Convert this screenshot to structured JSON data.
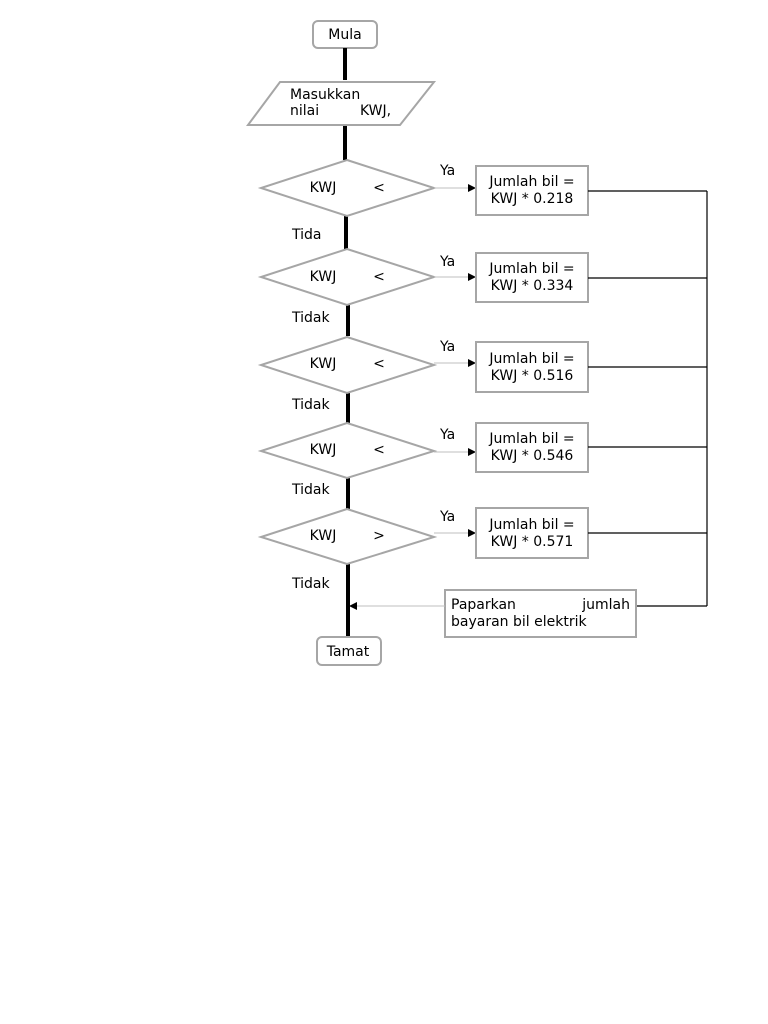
{
  "colors": {
    "shape_stroke": "#a6a6a6",
    "line": "#000000",
    "background": "#ffffff"
  },
  "start": {
    "label": "Mula"
  },
  "input": {
    "line1": "Masukkan",
    "line2a": "nilai",
    "line2b": "KWJ,"
  },
  "decisions": [
    {
      "left": "KWJ",
      "op": "<",
      "yes": "Ya",
      "no": "Tida"
    },
    {
      "left": "KWJ",
      "op": "<",
      "yes": "Ya",
      "no": "Tidak"
    },
    {
      "left": "KWJ",
      "op": "<",
      "yes": "Ya",
      "no": "Tidak"
    },
    {
      "left": "KWJ",
      "op": "<",
      "yes": "Ya",
      "no": "Tidak"
    },
    {
      "left": "KWJ",
      "op": ">",
      "yes": "Ya",
      "no": "Tidak"
    }
  ],
  "processes": [
    {
      "line1": "Jumlah bil =",
      "line2": "KWJ * 0.218"
    },
    {
      "line1": "Jumlah bil =",
      "line2": "KWJ * 0.334"
    },
    {
      "line1": "Jumlah bil =",
      "line2": "KWJ * 0.516"
    },
    {
      "line1": "Jumlah bil =",
      "line2": "KWJ * 0.546"
    },
    {
      "line1": "Jumlah bil =",
      "line2": "KWJ * 0.571"
    }
  ],
  "output": {
    "line1a": "Paparkan",
    "line1b": "jumlah",
    "line2": "bayaran bil elektrik"
  },
  "end": {
    "label": "Tamat"
  }
}
